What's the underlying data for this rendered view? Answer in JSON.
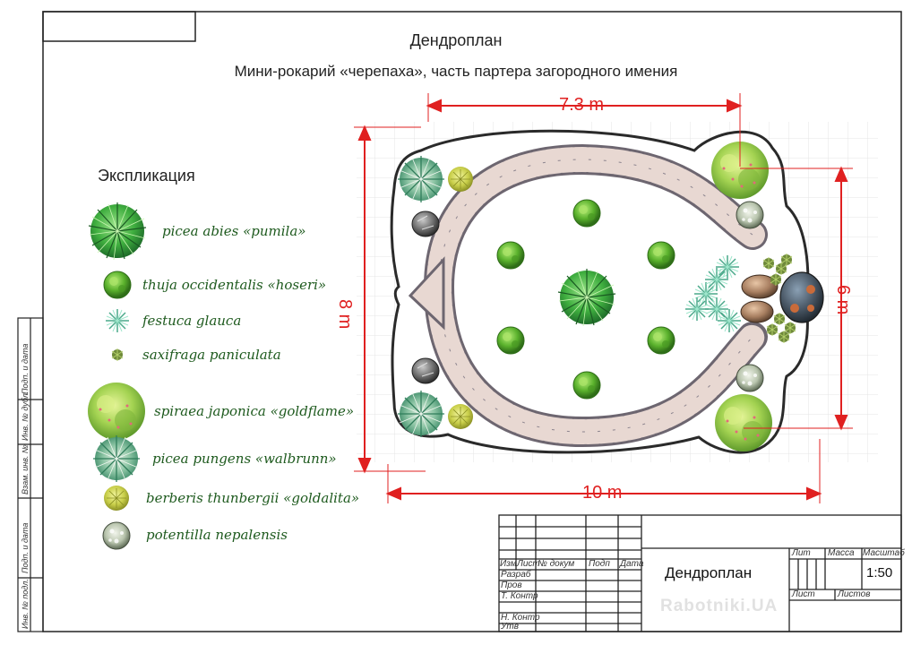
{
  "title": "Дендроплан",
  "subtitle": "Мини-рокарий «черепаха», часть партера загородного имения",
  "explication_title": "Экспликация",
  "legend": [
    {
      "label": "picea abies «pumila»",
      "icon": "picea-abies-icon"
    },
    {
      "label": "thuja occidentalis «hoseri»",
      "icon": "thuja-icon"
    },
    {
      "label": "festuca glauca",
      "icon": "festuca-icon"
    },
    {
      "label": "saxifraga paniculata",
      "icon": "saxifraga-icon"
    },
    {
      "label": "spiraea japonica «goldflame»",
      "icon": "spiraea-icon"
    },
    {
      "label": "picea pungens «walbrunn»",
      "icon": "picea-pungens-icon"
    },
    {
      "label": "berberis thunbergii «goldalita»",
      "icon": "berberis-icon"
    },
    {
      "label": "potentilla nepalensis",
      "icon": "potentilla-icon"
    }
  ],
  "dimensions": {
    "top": "7.3 m",
    "bottom": "10 m",
    "left": "8 m",
    "right": "6 m"
  },
  "stamp": {
    "columns": [
      "Изм",
      "Лист",
      "№ докум",
      "Подп",
      "Дата"
    ],
    "rows": [
      "Разраб",
      "Пров",
      "Т. Контр",
      "Н. Контр",
      "Утв"
    ],
    "title": "Дендроплан",
    "headers": [
      "Лит",
      "Масса",
      "Масштаб"
    ],
    "scale": "1:50",
    "sheet": "Лист",
    "sheets": "Листов"
  },
  "side_labels": [
    "Подп. и дата",
    "Инв. № дубл.",
    "Взам. инв. №",
    "Подп. и дата",
    "Инв. № подл."
  ],
  "watermark": "Rabotniki.UA",
  "colors": {
    "dimension": "#e02020",
    "legend_text": "#1e5a1e",
    "path_fill": "#e8d8d2",
    "path_stroke": "#6d6670"
  }
}
